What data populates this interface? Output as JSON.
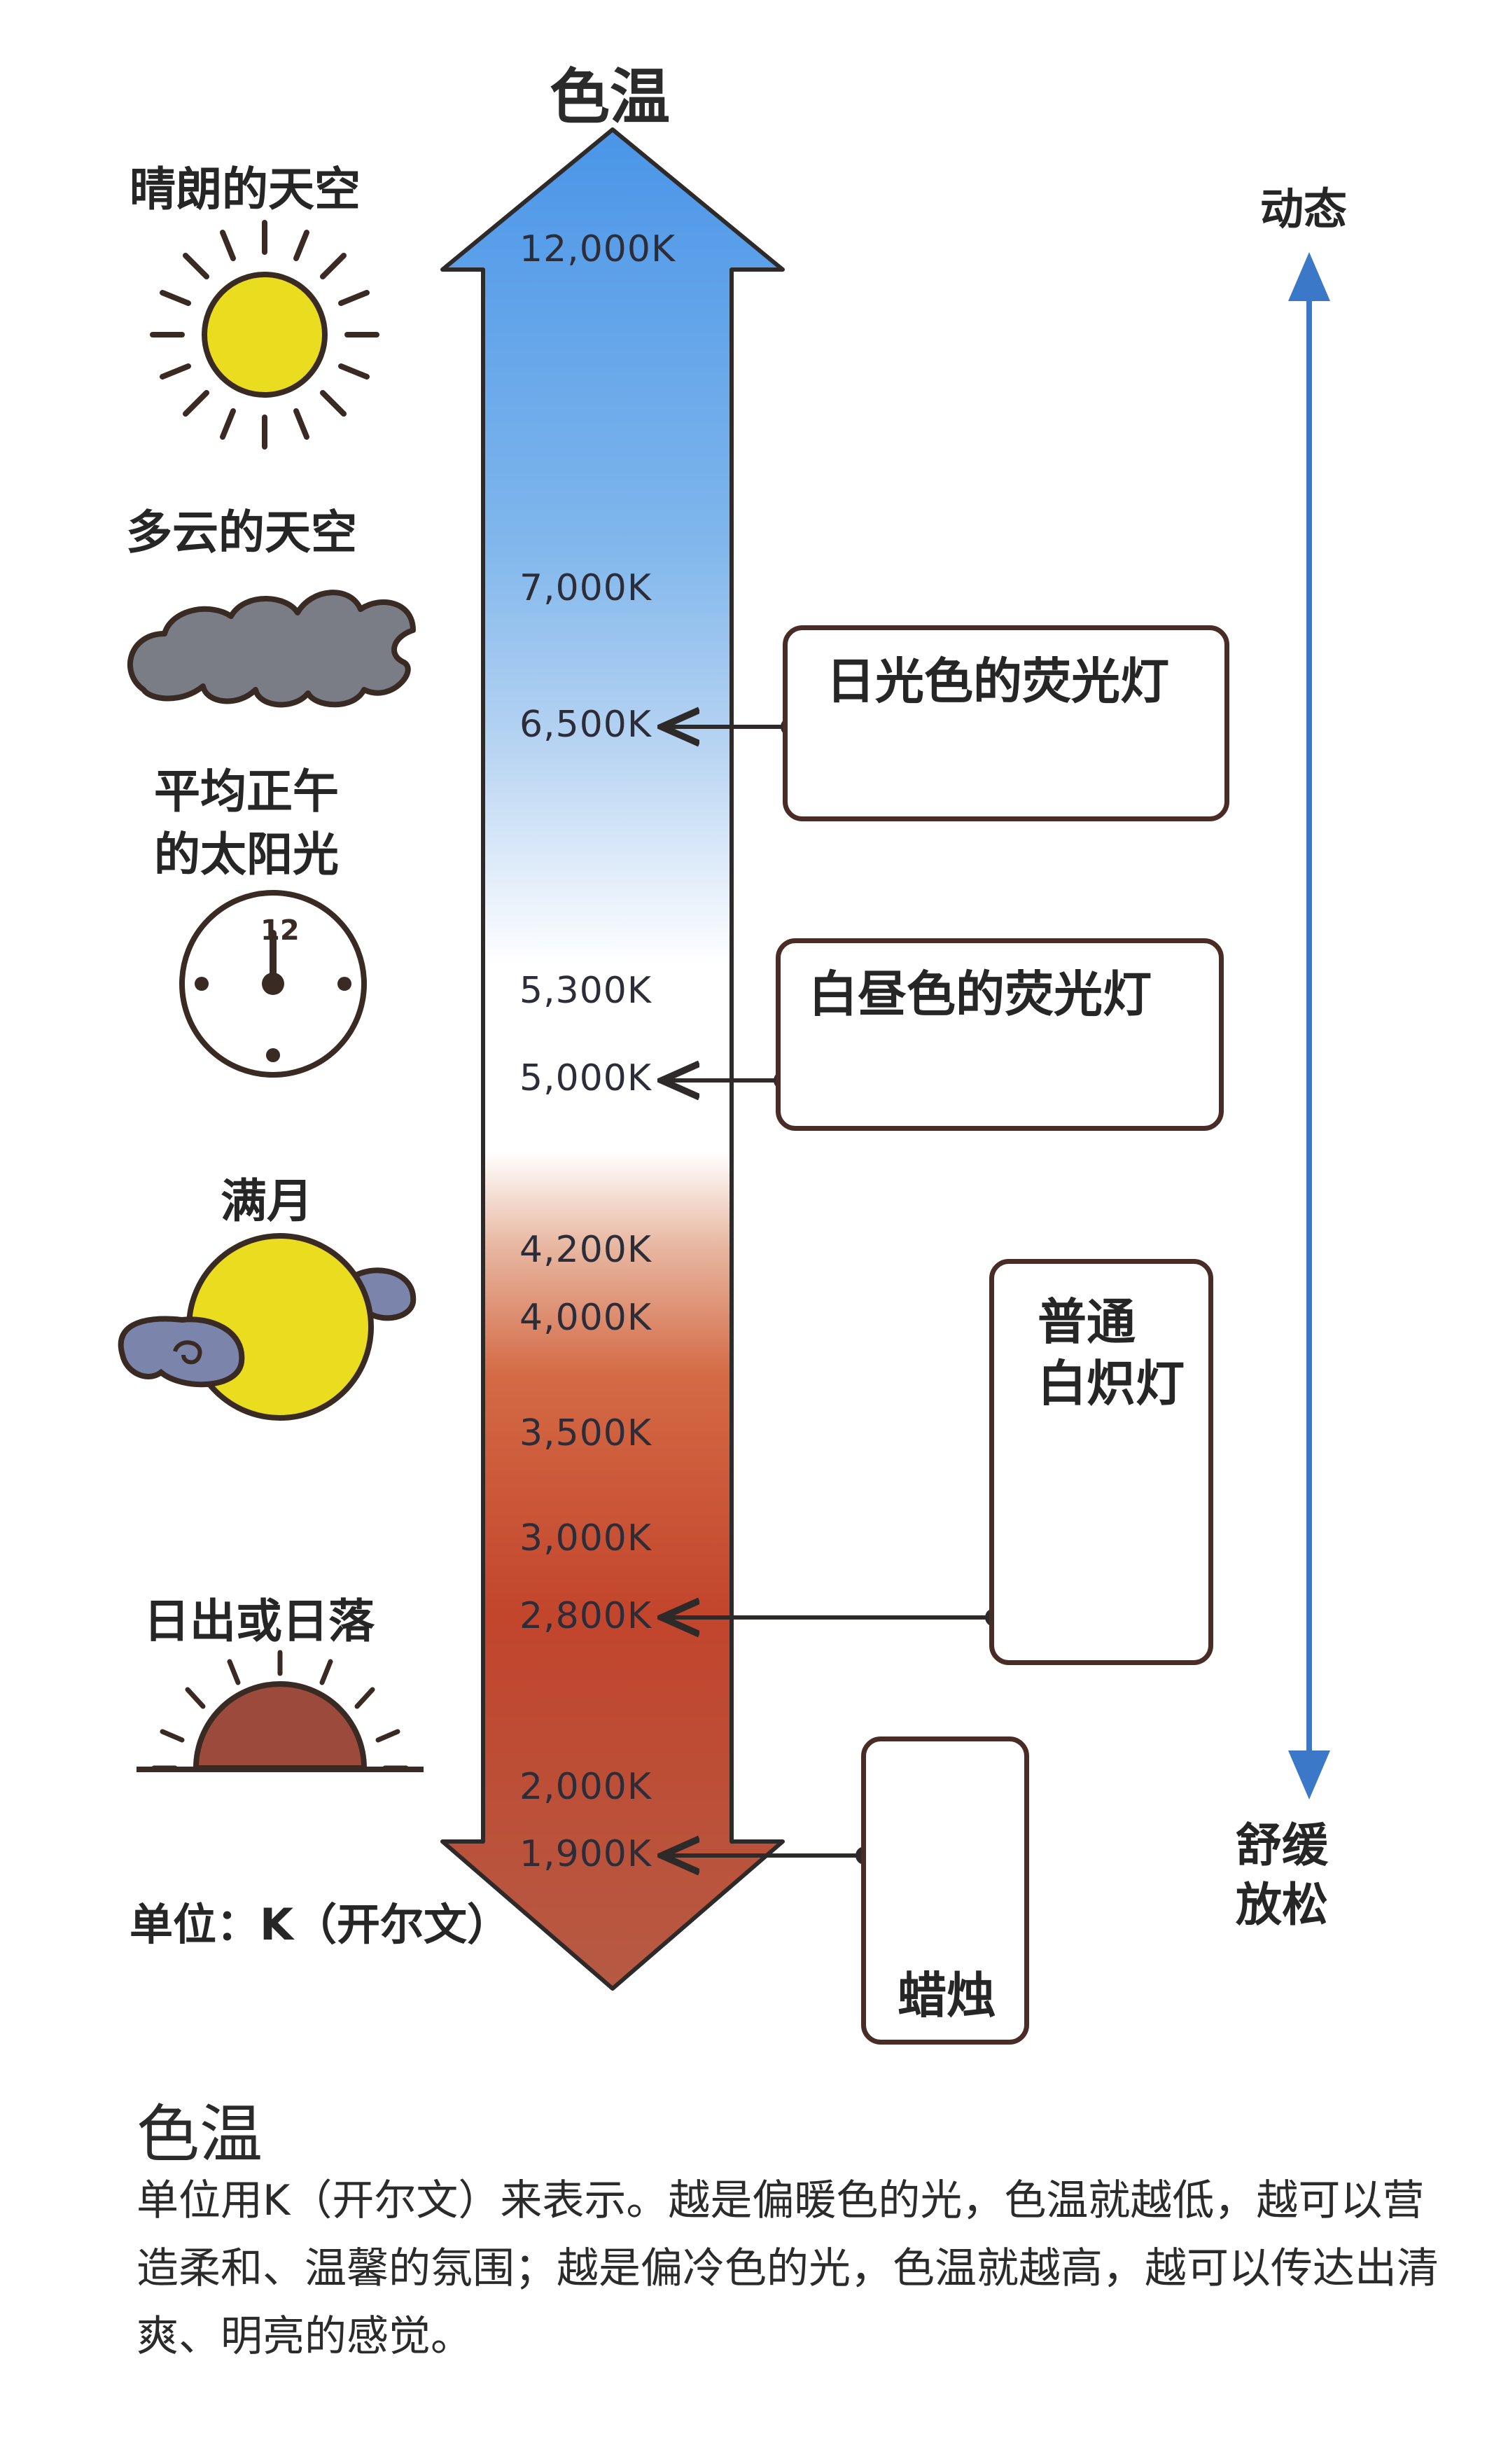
{
  "diagram": {
    "title": "色温",
    "unit_note": "单位：K（开尔文）",
    "tick_labels": [
      "12,000K",
      "7,000K",
      "6,500K",
      "5,300K",
      "5,000K",
      "4,200K",
      "4,000K",
      "3,500K",
      "3,000K",
      "2,800K",
      "2,000K",
      "1,900K"
    ],
    "natural_sources": [
      {
        "label": "晴朗的天空",
        "icon": "sun-icon"
      },
      {
        "label": "多云的天空",
        "icon": "cloud-icon"
      },
      {
        "label_line1": "平均正午",
        "label_line2": "的太阳光",
        "icon": "clock-icon",
        "clock_number": "12"
      },
      {
        "label": "满月",
        "icon": "full-moon-icon"
      },
      {
        "label": "日出或日落",
        "icon": "sunset-icon"
      }
    ],
    "artificial_sources": [
      {
        "label": "日光色的荧光灯",
        "points_to": "6,500K",
        "icon": "fluorescent-tube-icon",
        "tube_color": "#7f8fc4"
      },
      {
        "label": "白昼色的荧光灯",
        "points_to": "5,000K",
        "icon": "fluorescent-tube-icon",
        "tube_color": "#ffffff"
      },
      {
        "label_line1": "普通",
        "label_line2": "白炽灯",
        "points_to": "2,800K",
        "icon": "light-bulb-icon"
      },
      {
        "label": "蜡烛",
        "points_to": "1,900K",
        "icon": "candle-icon"
      }
    ],
    "mood_scale": {
      "top": "动态",
      "bottom_line1": "舒缓",
      "bottom_line2": "放松"
    },
    "colors": {
      "cool": "#3f8be0",
      "neutral": "#ffffff",
      "warm": "#c2452c",
      "arrow_stroke": "#2e2a2a",
      "mood_arrow": "#3c78c8"
    }
  },
  "caption": {
    "title": "色温",
    "body": "单位用K（开尔文）来表示。越是偏暖色的光，色温就越低，越可以营造柔和、温馨的氛围；越是偏冷色的光，色温就越高，越可以传达出清爽、明亮的感觉。"
  }
}
